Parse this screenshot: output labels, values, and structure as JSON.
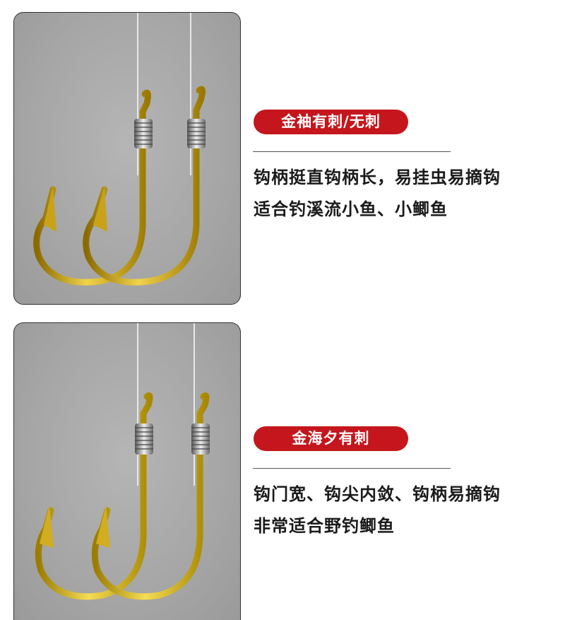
{
  "products": [
    {
      "tag": "金袖有刺/无刺",
      "line1": "钩柄挺直钩柄长，易挂虫易摘钩",
      "line2": "适合钓溪流小鱼、小鲫鱼"
    },
    {
      "tag": "金海夕有刺",
      "line1": "钩门宽、钩尖内敛、钩柄易摘钩",
      "line2": "非常适合野钓鲫鱼"
    }
  ],
  "colors": {
    "tag_bg": "#c4161c",
    "hook_gold": "#d9b21a",
    "photo_bg": "#a8a8a8"
  }
}
